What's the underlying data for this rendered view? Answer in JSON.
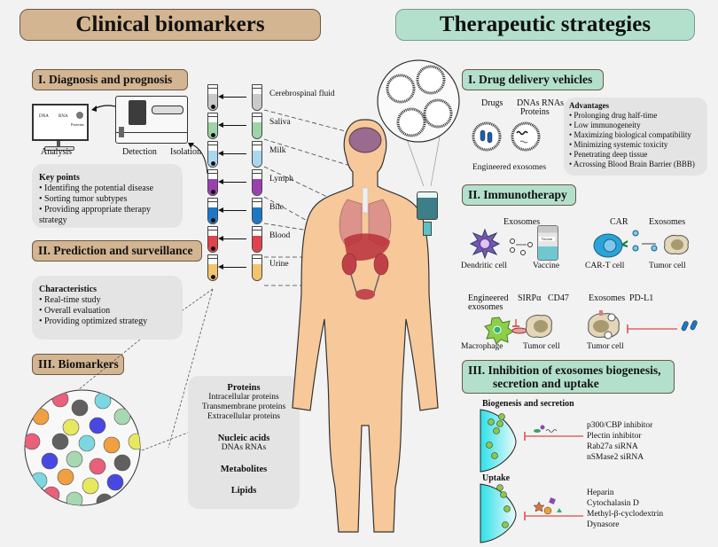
{
  "left_title": "Clinical biomarkers",
  "right_title": "Therapeutic strategies",
  "colors": {
    "tan": "#d3b592",
    "mint": "#b3e0cd",
    "panel": "#e4e4e4",
    "background": "#f2f2f2",
    "skin": "#f6c89a"
  },
  "diagnosis": {
    "heading": "I. Diagnosis and prognosis",
    "steps": [
      "Analysis",
      "Detection",
      "Isolation"
    ],
    "monitor_labels": [
      "DNA",
      "RNA",
      "Proteins"
    ],
    "key_points_title": "Key points",
    "key_points": [
      "Identifing the potential disease",
      "Sorting tumor subtypes",
      "Providing appropriate therapy strategy"
    ]
  },
  "prediction": {
    "heading": "II. Prediction and surveillance",
    "title": "Characteristics",
    "items": [
      "Real-time study",
      "Overall evaluation",
      "Providing optimized strategy"
    ]
  },
  "biomarkers": {
    "heading": "III. Biomarkers",
    "groups": [
      {
        "name": "Proteins",
        "items": [
          "Intracellular proteins",
          "Transmembrane proteins",
          "Extracellular proteins"
        ]
      },
      {
        "name": "Nucleic acids",
        "items": [
          "DNAs RNAs"
        ]
      },
      {
        "name": "Metabolites",
        "items": []
      },
      {
        "name": "Lipids",
        "items": []
      }
    ]
  },
  "fluids": [
    {
      "name": "Cerebrospinal fluid",
      "color": "#c9c9c9"
    },
    {
      "name": "Saliva",
      "color": "#9fd3a8"
    },
    {
      "name": "Milk",
      "color": "#a9d8ee"
    },
    {
      "name": "Lymph",
      "color": "#9b3fb0"
    },
    {
      "name": "Bile",
      "color": "#1b78c8"
    },
    {
      "name": "Blood",
      "color": "#e0424e"
    },
    {
      "name": "Urine",
      "color": "#f2c46b"
    }
  ],
  "drug_delivery": {
    "heading": "I. Drug delivery vehicles",
    "cargo_labels": [
      "Drugs",
      "DNAs RNAs",
      "Proteins"
    ],
    "caption": "Engineered exosomes",
    "advantages_title": "Advantages",
    "advantages": [
      "Prolonging drug half-time",
      "Low immunogeneity",
      "Maximizing biological compatibility",
      "Minimizing systemic toxicity",
      "Penetrating deep tissue",
      "Acrossing Blood Brain Barrier (BBB)"
    ]
  },
  "immunotherapy": {
    "heading": "II. Immunotherapy",
    "panel_a": {
      "exosomes": "Exosomes",
      "vaccine_label": "Vaccine",
      "left": "Dendritic cell",
      "right": "Vaccine"
    },
    "panel_b": {
      "car": "CAR",
      "exosomes": "Exosomes",
      "left": "CAR-T cell",
      "right": "Tumor cell"
    },
    "panel_c": {
      "eng1": "Engineered",
      "eng2": "exosomes",
      "sirpa": "SIRPα",
      "cd47": "CD47",
      "left": "Macrophage",
      "right": "Tumor cell"
    },
    "panel_d": {
      "exosomes": "Exosomes",
      "pdl1": "PD-L1",
      "cell": "Tumor cell"
    }
  },
  "inhibition": {
    "heading_line1": "III. Inhibition of exosomes biogenesis,",
    "heading_line2": "secretion and uptake",
    "biogenesis_title": "Biogenesis and secretion",
    "biogenesis_inhibitors": [
      "p300/CBP inhibitor",
      "Plectin inhibitor",
      "Rab27a siRNA",
      "nSMase2 siRNA"
    ],
    "uptake_title": "Uptake",
    "uptake_inhibitors": [
      "Heparin",
      "Cytochalasin D",
      "Methyl-β-cyclodextrin",
      "Dynasore"
    ]
  }
}
